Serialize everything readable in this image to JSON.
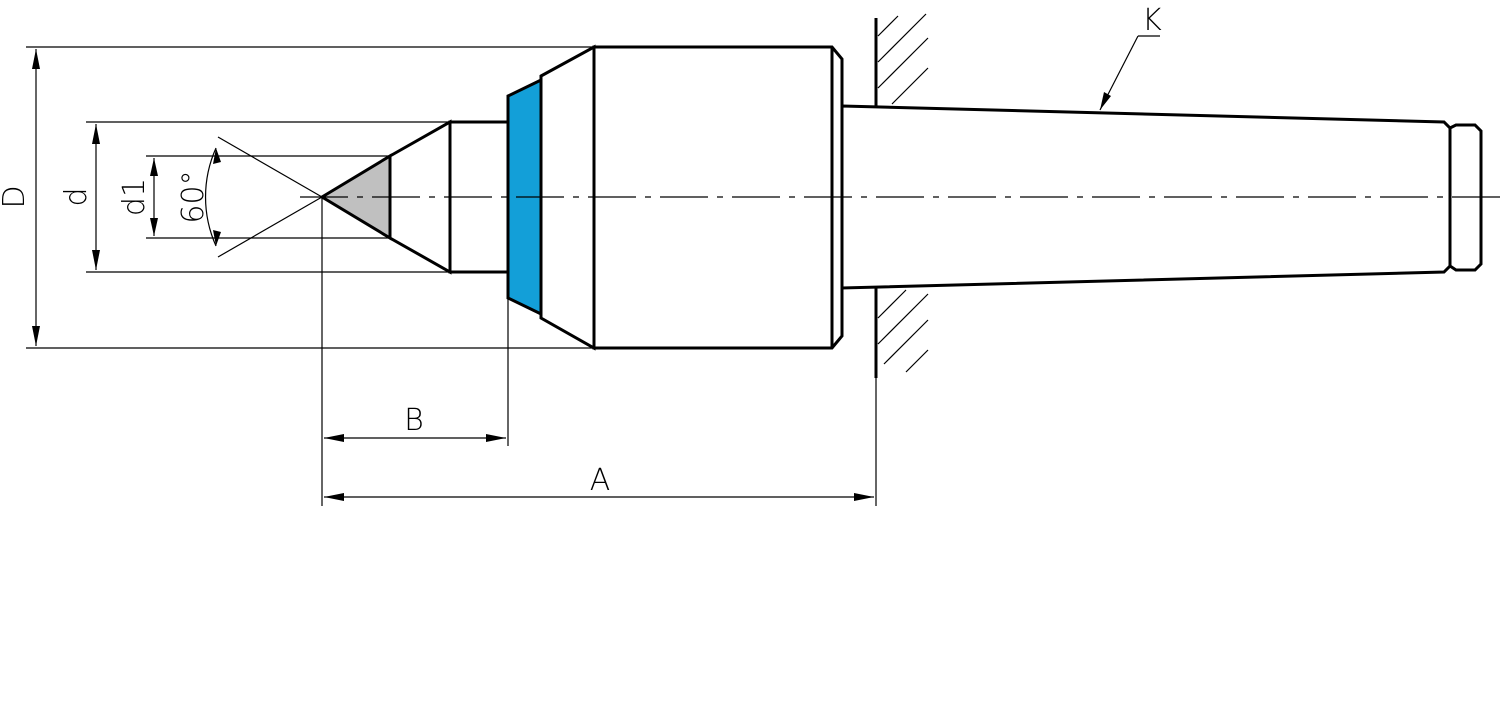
{
  "drawing": {
    "labels": {
      "D": "D",
      "d": "d",
      "d1": "d1",
      "angle": "60°",
      "B": "B",
      "A": "A",
      "K": "K"
    },
    "colors": {
      "bearing_ring": "#139fd8",
      "tip_fill": "#c0c0c0",
      "line": "#000000",
      "background": "#ffffff"
    }
  }
}
